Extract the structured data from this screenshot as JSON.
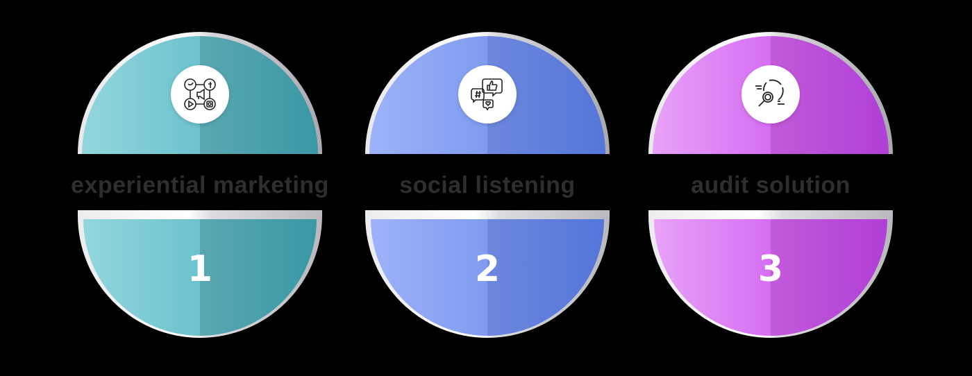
{
  "steps": [
    {
      "number": "1",
      "label": "experiential marketing",
      "icon": "social-media-megaphone-icon",
      "colors": {
        "left_start": "#93d6dd",
        "left_end": "#6cc2ce",
        "right_start": "#5aa7b2",
        "right_end": "#3a98a5"
      }
    },
    {
      "number": "2",
      "label": "social listening",
      "icon": "chat-bubbles-hashtag-like-icon",
      "colors": {
        "left_start": "#9db2f8",
        "left_end": "#7f9cf0",
        "right_start": "#6c87dd",
        "right_end": "#5476da"
      }
    },
    {
      "number": "3",
      "label": "audit solution",
      "icon": "magnifier-analysis-icon",
      "colors": {
        "left_start": "#e7a2f7",
        "left_end": "#d66ef3",
        "right_start": "#c25ad9",
        "right_end": "#b03fd6"
      }
    }
  ],
  "background": "#000000",
  "label_color": "#2e2e2e"
}
